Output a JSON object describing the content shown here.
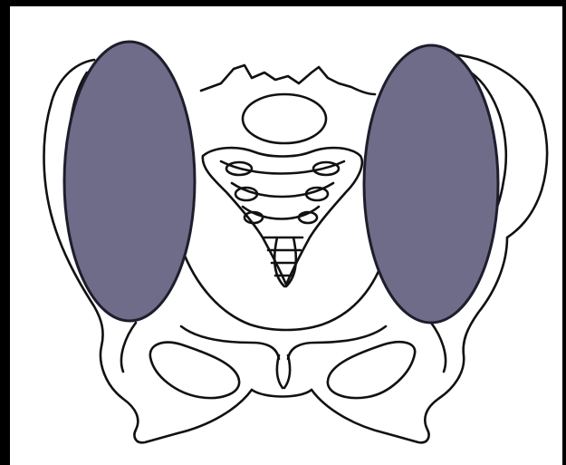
{
  "figure": {
    "colors": {
      "frame": "#000000",
      "paper": "#ffffff",
      "outline": "#111111",
      "field_fill": "#6e6c88",
      "field_stroke": "#1e1d2c"
    },
    "elements": [
      "left-ilium",
      "right-ilium",
      "lumbar-vertebra",
      "sacrum",
      "coccyx",
      "left-ischium",
      "right-ischium",
      "left-obturator-foramen",
      "right-obturator-foramen",
      "pubic-symphysis",
      "left-radiation-field",
      "right-radiation-field"
    ]
  }
}
